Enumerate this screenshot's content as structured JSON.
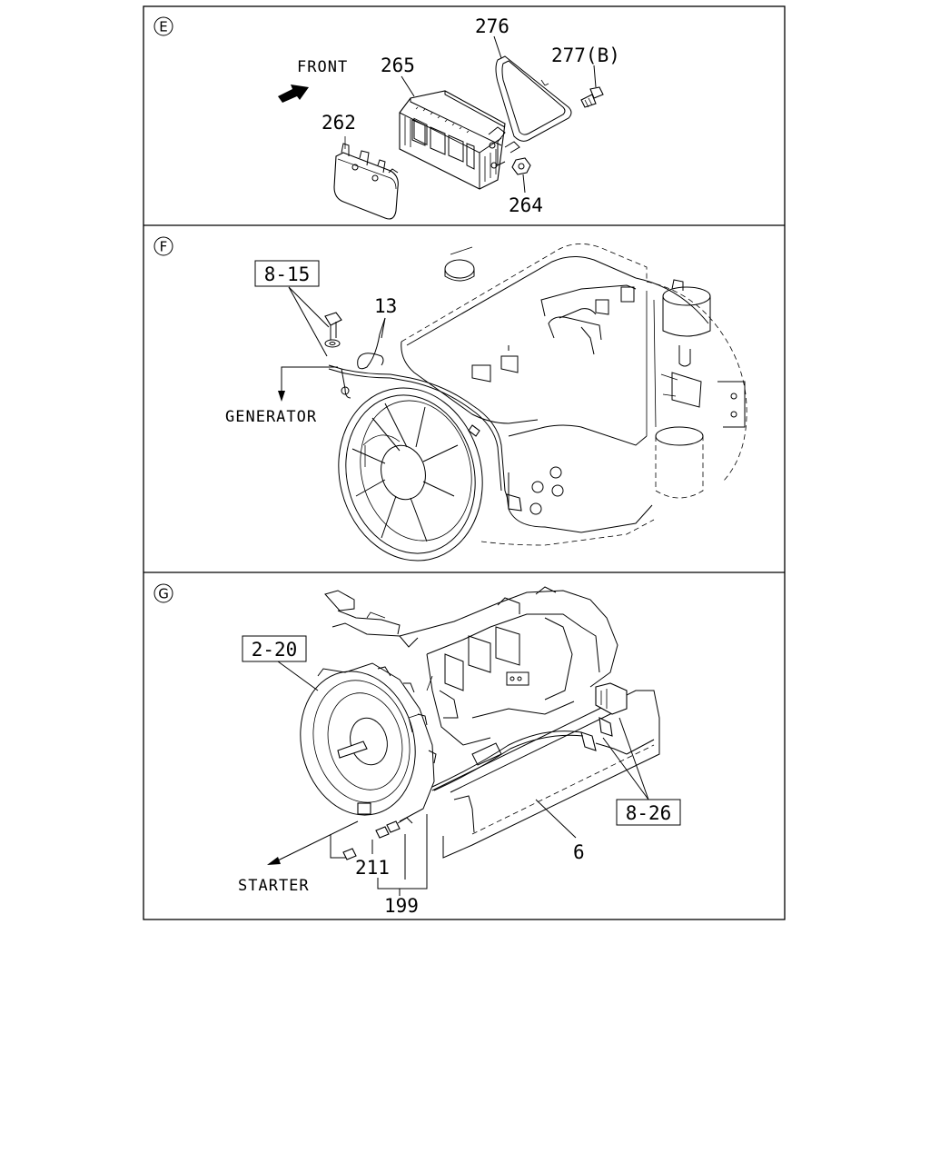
{
  "sections": [
    {
      "letter": "E",
      "labels": {
        "front": "FRONT",
        "p265": "265",
        "p276": "276",
        "p277": "277(B)",
        "p262": "262",
        "p264": "264"
      }
    },
    {
      "letter": "F",
      "labels": {
        "ref815": "8-15",
        "p13": "13",
        "generator": "GENERATOR"
      }
    },
    {
      "letter": "G",
      "labels": {
        "ref220": "2-20",
        "ref826": "8-26",
        "p6": "6",
        "p211": "211",
        "p199": "199",
        "starter": "STARTER"
      }
    }
  ]
}
